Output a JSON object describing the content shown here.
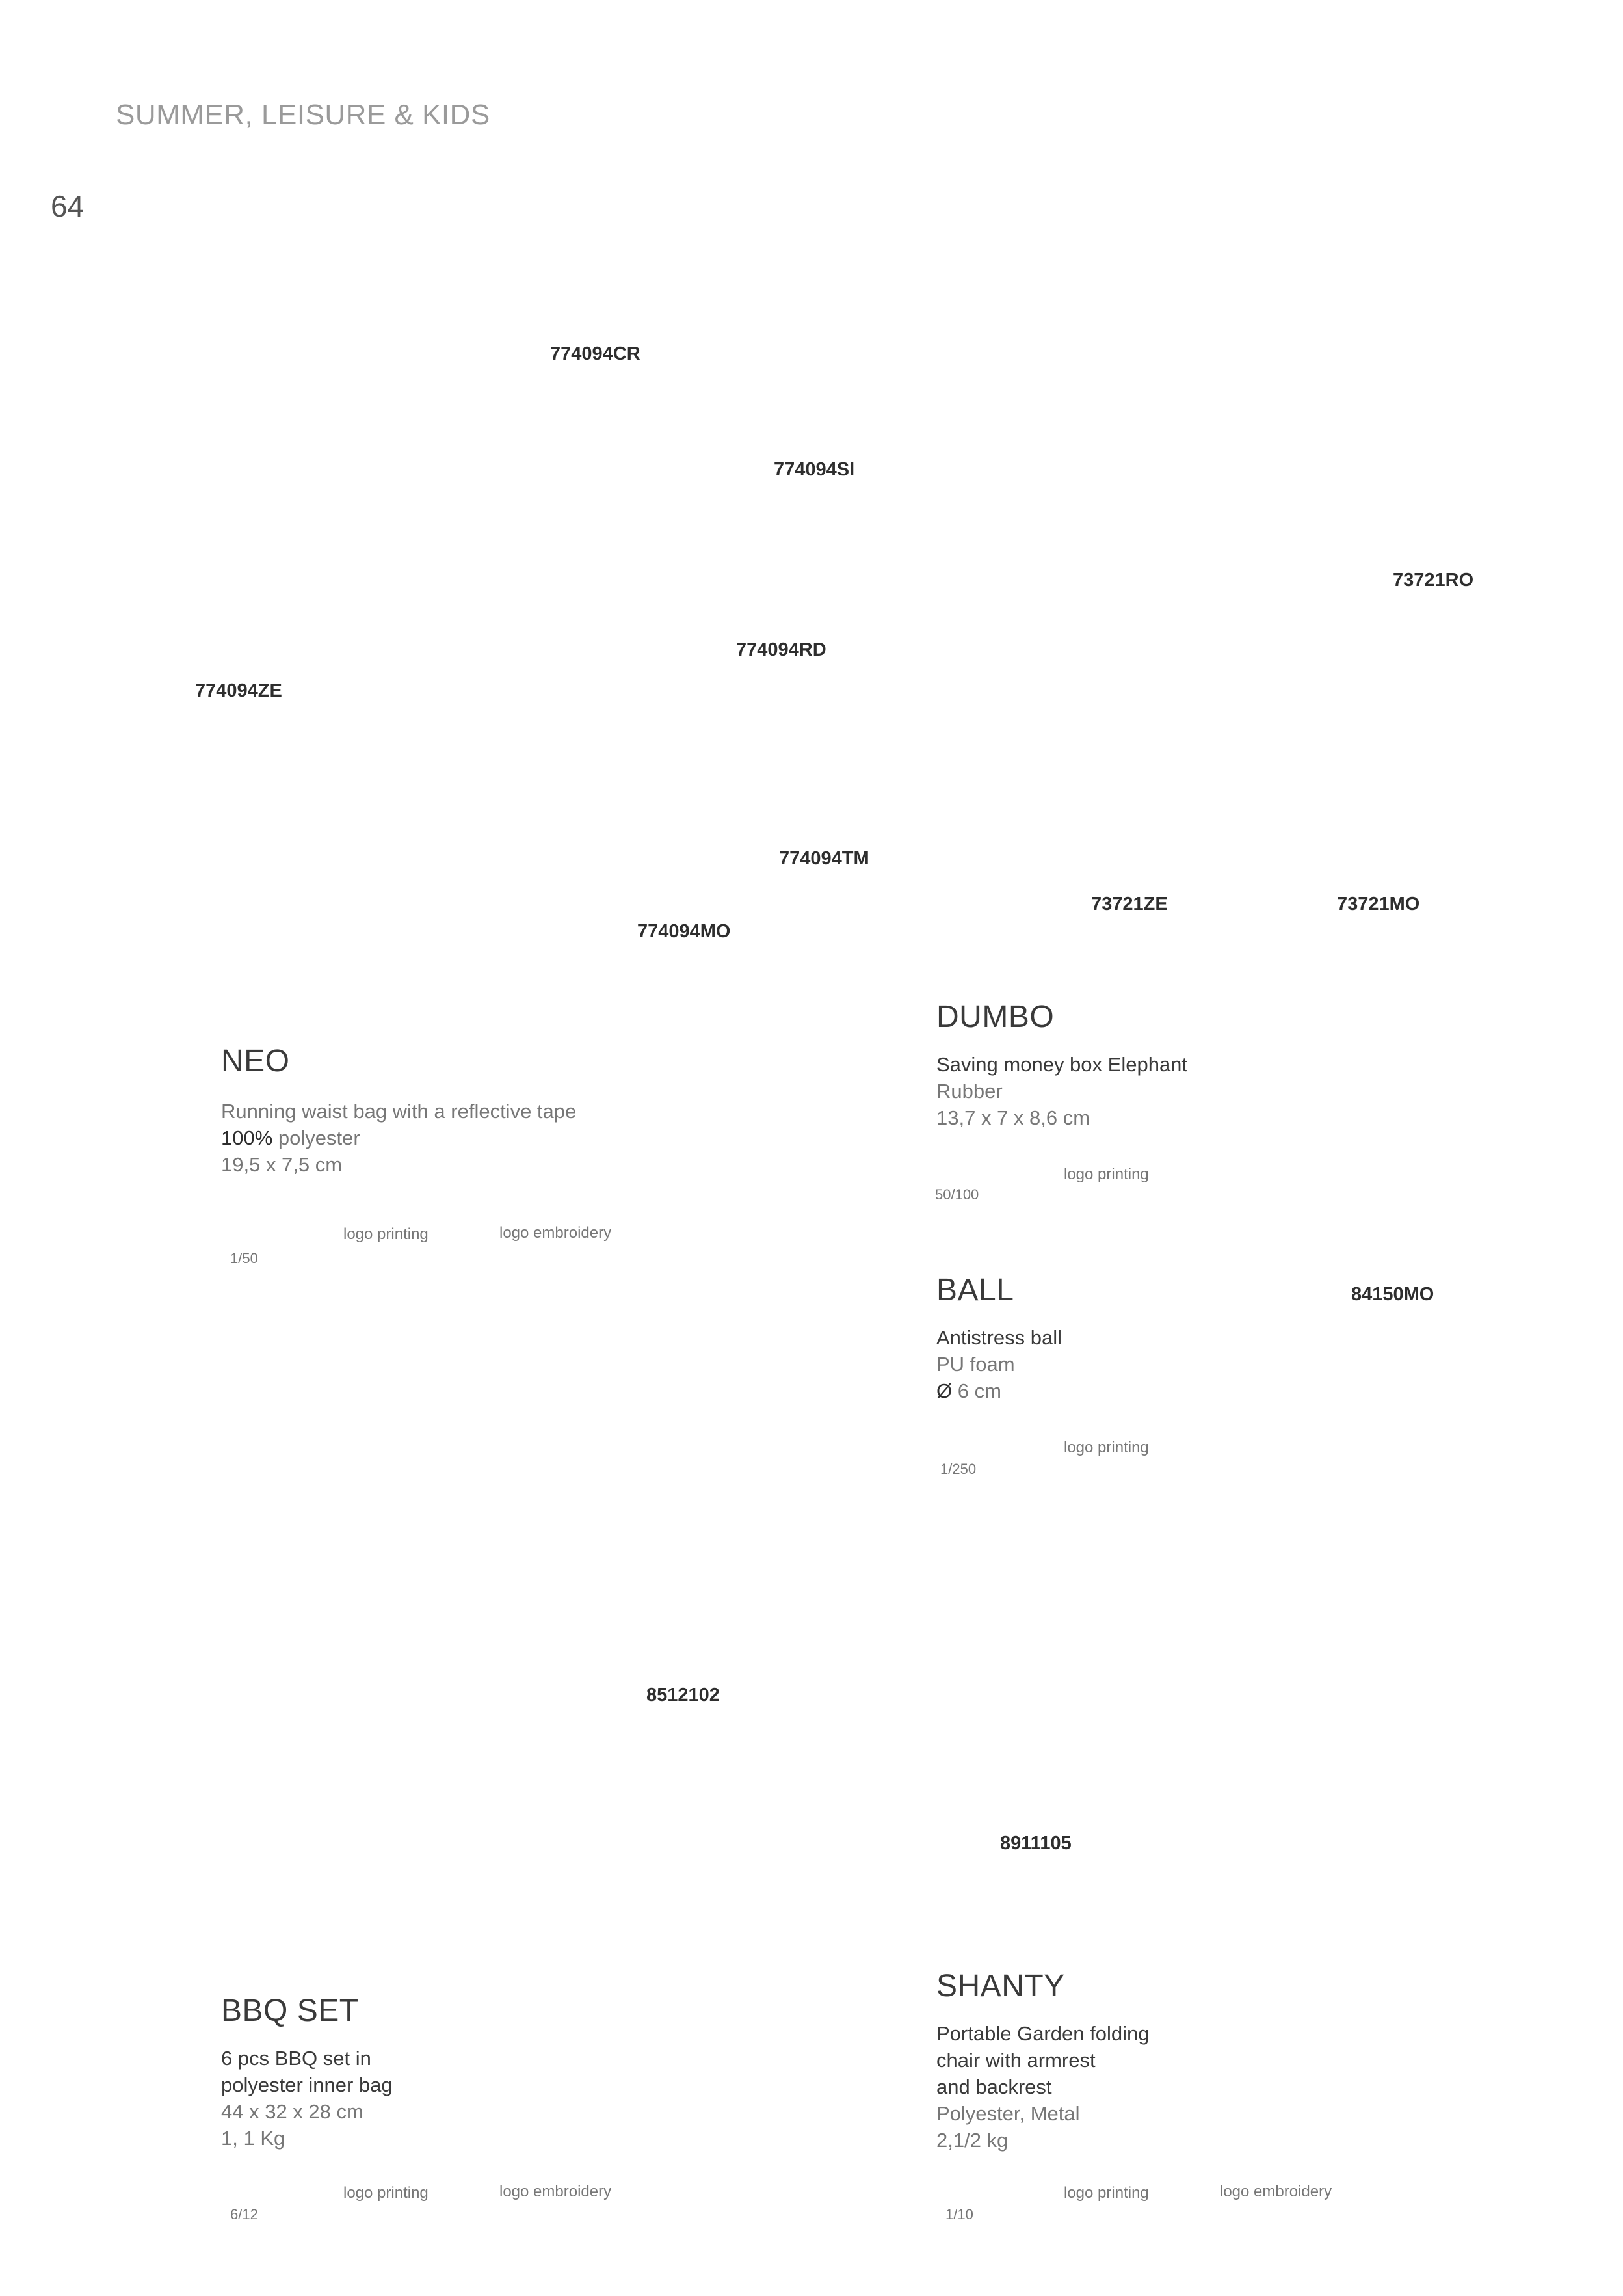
{
  "header": {
    "section_title": "SUMMER, LEISURE & KIDS",
    "page_number": "64"
  },
  "codes": {
    "neo_cr": "774094CR",
    "neo_si": "774094SI",
    "dumbo_ro": "73721RO",
    "neo_rd": "774094RD",
    "neo_ze": "774094ZE",
    "neo_tm": "774094TM",
    "dumbo_ze": "73721ZE",
    "dumbo_mo": "73721MO",
    "neo_mo": "774094MO",
    "ball_mo": "84150MO",
    "bbq": "8512102",
    "shanty": "8911105"
  },
  "products": {
    "neo": {
      "name": "NEO",
      "line1": "Running waist bag with a reflective tape",
      "line2_bold": "100%",
      "line2_rest": " polyester",
      "line3": "19,5 x 7,5 cm",
      "qty": "1/50",
      "opt1": "logo printing",
      "opt2": "logo embroidery"
    },
    "dumbo": {
      "name": "DUMBO",
      "line1": "Saving money box Elephant",
      "line2": "Rubber",
      "line3": "13,7 x 7 x 8,6 cm",
      "qty": "50/100",
      "opt1": "logo printing"
    },
    "ball": {
      "name": "BALL",
      "line1": "Antistress ball",
      "line2": "PU foam",
      "line3_bold": "Ø",
      "line3_rest": " 6 cm",
      "qty": "1/250",
      "opt1": "logo printing"
    },
    "bbq": {
      "name": "BBQ SET",
      "line1": "6 pcs BBQ set in",
      "line2": "polyester inner bag",
      "line3": "44 x 32 x 28 cm",
      "line4": "1, 1 Kg",
      "qty": "6/12",
      "opt1": "logo printing",
      "opt2": "logo embroidery"
    },
    "shanty": {
      "name": "SHANTY",
      "line1": "Portable Garden folding",
      "line2": "chair with armrest",
      "line3": "and backrest",
      "line4": "Polyester, Metal",
      "line5": "2,1/2 kg",
      "qty": "1/10",
      "opt1": "logo printing",
      "opt2": "logo embroidery"
    }
  }
}
